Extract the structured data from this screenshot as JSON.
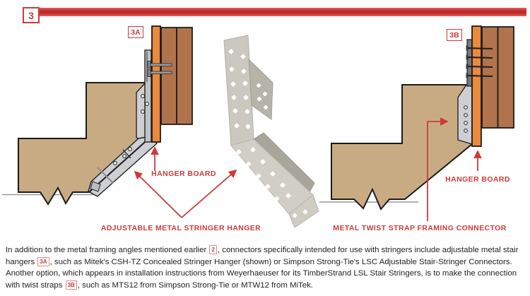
{
  "figure": {
    "number": "3",
    "panels": [
      {
        "id": "3A",
        "label": "3A"
      },
      {
        "id": "3B",
        "label": "3B"
      }
    ],
    "callouts": {
      "left_hanger_board": "HANGER BOARD",
      "right_hanger_board": "HANGER BOARD",
      "stringer_hanger": "ADJUSTABLE METAL STRINGER HANGER",
      "twist_strap": "METAL TWIST STRAP FRAMING CONNECTOR"
    },
    "colors": {
      "red": "#ce3a3a",
      "red_light": "#e05555",
      "red_dark": "#bb2c2c",
      "wood": "#c9ab83",
      "orange": "#ea8a3d",
      "brown": "#b0734c",
      "metal": "#cdcfd2",
      "outline": "#1b1b1b",
      "text": "#222222"
    }
  },
  "caption": {
    "segments": [
      {
        "text": "In addition to the metal framing angles mentioned earlier "
      },
      {
        "ref": "2"
      },
      {
        "text": ", connectors specifically intended for use with stringers include adjustable metal stair hangers "
      },
      {
        "ref": "3A"
      },
      {
        "text": ", such as Mitek's CSH-TZ Concealed Stringer Hanger (shown) or Simpson Strong-Tie's LSC Adjustable Stair-Stringer Connectors. Another option, which appears in installation instructions from Weyerhaeuser for its TimberStrand LSL Stair Stringers, is to make the connection with twist straps "
      },
      {
        "ref": "3B"
      },
      {
        "text": ", such as MTS12 from Simpson Strong-Tie or MTW12 from MiTek."
      }
    ]
  }
}
